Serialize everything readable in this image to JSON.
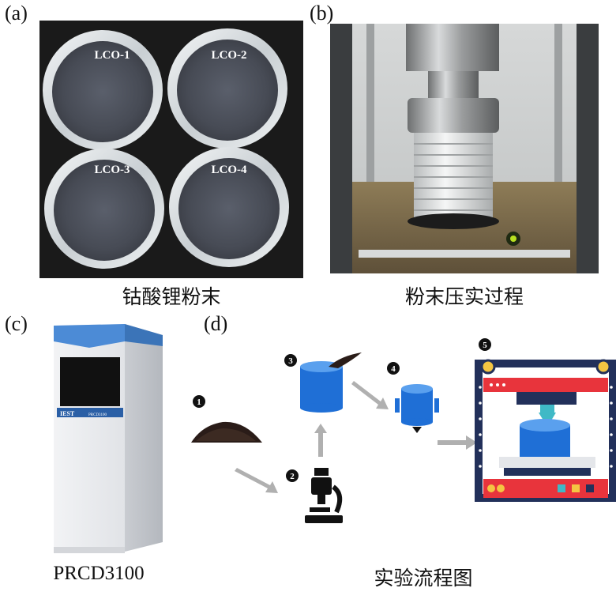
{
  "panels": {
    "a": {
      "label": "(a)",
      "caption": "钴酸锂粉末",
      "samples": [
        "LCO-1",
        "LCO-2",
        "LCO-3",
        "LCO-4"
      ]
    },
    "b": {
      "label": "(b)",
      "caption": "粉末压实过程"
    },
    "c": {
      "label": "(c)",
      "caption": "PRCD3100",
      "brand_text": "IEST",
      "model_text": "PRCD3100"
    },
    "d": {
      "label": "(d)",
      "caption": "实验流程图",
      "steps": [
        "1",
        "2",
        "3",
        "4",
        "5"
      ]
    }
  },
  "colors": {
    "vessel_blue": "#1f6fd6",
    "press_red": "#e8343c",
    "press_navy": "#22305a",
    "arrow_gray": "#b0b0b0"
  }
}
